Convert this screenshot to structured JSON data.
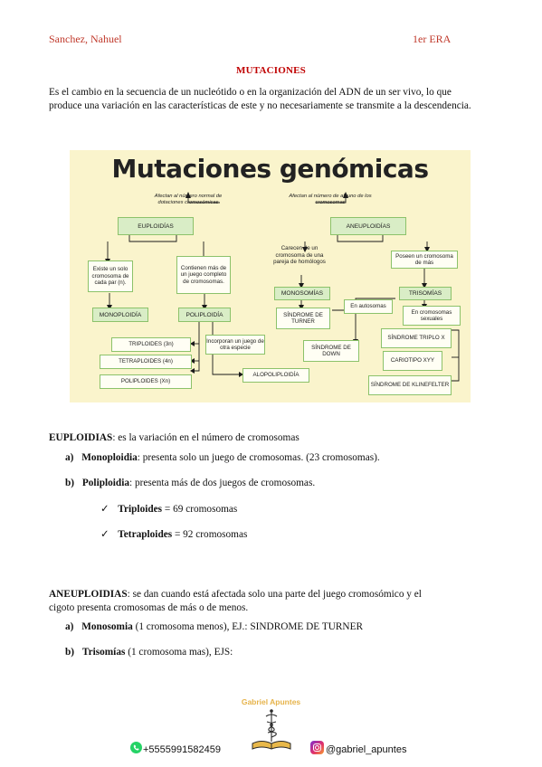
{
  "header": {
    "author": "Sanchez, Nahuel",
    "course": "1er ERA"
  },
  "title": "MUTACIONES",
  "intro": "Es el cambio en la secuencia de un nucleótido o en la organización del ADN de un ser vivo, lo que produce una variación en las características de este y no necesariamente se transmite a la descendencia.",
  "diagram": {
    "title": "Mutaciones genómicas",
    "note_left": "Afectan al número normal de dotaciones cromosómicas",
    "note_right": "Afectan al número de alguno de los cromosomas",
    "euploidias": "EUPLOIDÍAS",
    "aneuploidias": "ANEUPLOIDÍAS",
    "existe_uno": "Existe un solo cromosoma de cada par (n).",
    "contienen_mas": "Contienen más de un juego completo de cromosomas.",
    "carecen": "Carecen de un cromosoma de una pareja de homólogos",
    "poseen": "Poseen un cromosoma de más",
    "monoploidia": "MONOPLOIDÍA",
    "poliploidia": "POLIPLOIDÍA",
    "monosomias": "MONOSOMÍAS",
    "trisomias": "TRISOMÍAS",
    "turner": "SÍNDROME DE TURNER",
    "autosomas": "En autosomas",
    "sexuales": "En cromosomas sexuales",
    "triplo_x": "SÍNDROME TRIPLO X",
    "cariotipo": "CARIOTIPO XYY",
    "klinefelter": "SÍNDROME DE KLINEFELTER",
    "down": "SÍNDROME DE DOWN",
    "triploides": "TRIPLOIDES (3n)",
    "tetraploides": "TETRAPLOIDES (4n)",
    "poliploides": "POLIPLOIDES (Xn)",
    "incorporan": "Incorporan un juego de otra especie",
    "alopoliploidia": "ALOPOLIPLOIDÍA"
  },
  "euploidias": {
    "term": "EUPLOIDIAS",
    "definition": ": es la variación en el número de cromosomas",
    "items": [
      {
        "marker": "a)",
        "term": "Monoploidia",
        "text": ": presenta solo un juego de cromosomas.  (23 cromosomas)."
      },
      {
        "marker": "b)",
        "term": "Poliploidia",
        "text": ": presenta más de dos juegos de cromosomas."
      }
    ],
    "subitems": [
      {
        "check": "✓",
        "term": "Triploides",
        "text": " = 69 cromosomas"
      },
      {
        "check": "✓",
        "term": "Tetraploides",
        "text": " = 92 cromosomas"
      }
    ]
  },
  "aneuploidias": {
    "term": "ANEUPLOIDIAS",
    "definition_line1": ": se dan cuando está afectada solo una parte del juego cromosómico y el",
    "definition_line2": "cigoto presenta cromosomas de más o de menos.",
    "items": [
      {
        "marker": "a)",
        "term": "Monosomia",
        "text": " (1 cromosoma menos), EJ.: SINDROME DE TURNER"
      },
      {
        "marker": "b)",
        "term": "Trisomías",
        "text": " (1 cromosoma mas), EJS:"
      }
    ]
  },
  "footer": {
    "brand": "Gabriel Apuntes",
    "phone": "+5555991582459",
    "instagram": "@gabriel_apuntes"
  }
}
